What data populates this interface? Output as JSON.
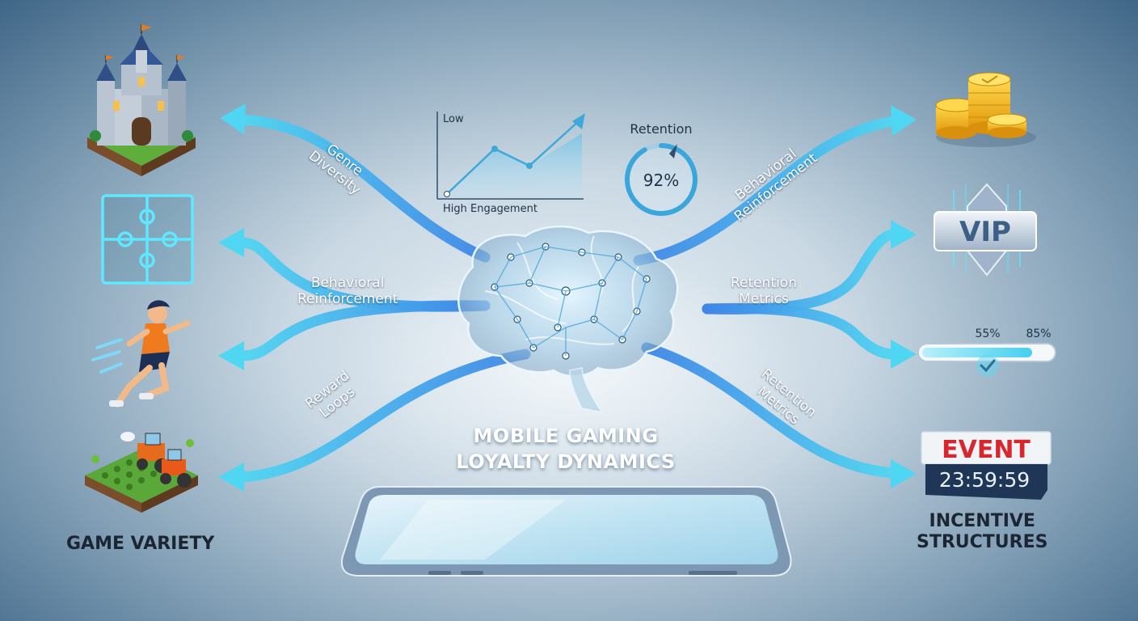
{
  "title": {
    "line1": "MOBILE GAMING",
    "line2": "LOYALTY DYNAMICS"
  },
  "left_column": {
    "caption": "GAME VARIETY"
  },
  "right_column": {
    "caption_line1": "INCENTIVE",
    "caption_line2": "STRUCTURES"
  },
  "connector_labels": {
    "genre": {
      "line1": "Genre",
      "line2": "Diversity"
    },
    "behavioral_left": {
      "line1": "Behavioral",
      "line2": "Reinforcement"
    },
    "reward": {
      "line1": "Reward",
      "line2": "Loops"
    },
    "behavioral_right": {
      "line1": "Behavioral",
      "line2": "Reinforcement"
    },
    "retention_right": {
      "line1": "Retention",
      "line2": "Metrics"
    },
    "retention_lower": {
      "line1": "Retention",
      "line2": "Metrics"
    }
  },
  "engagement_chart": {
    "top_label": "Low",
    "bottom_label": "High Engagement"
  },
  "retention_gauge": {
    "label": "Retention",
    "value_text": "92%",
    "value": 92
  },
  "vip_badge": {
    "text": "VIP"
  },
  "progress_bar": {
    "label_a": "55%",
    "label_b": "85%",
    "fill_percent": 85
  },
  "event_sign": {
    "title": "EVENT",
    "timer": "23:59:59"
  },
  "colors": {
    "accent_cyan": "#45d3ee",
    "accent_blue": "#3f8fe6",
    "event_red": "#d7262e",
    "gold": "#f3b51c"
  }
}
